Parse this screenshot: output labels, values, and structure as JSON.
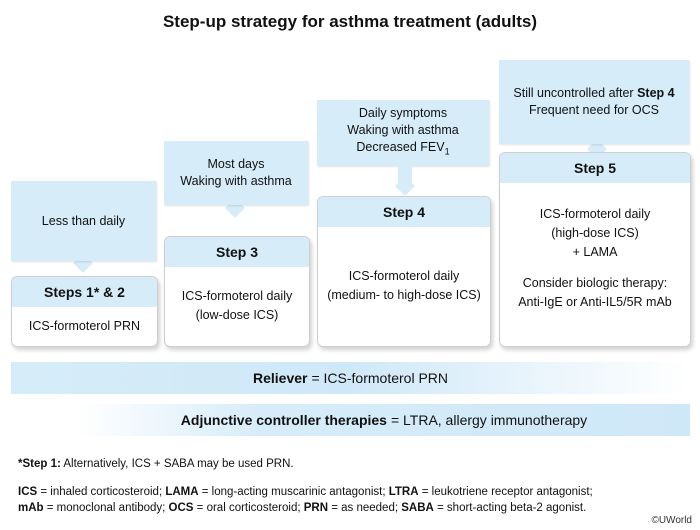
{
  "title": "Step-up strategy for asthma treatment (adults)",
  "bubbles": [
    {
      "lines": [
        "Less than daily"
      ]
    },
    {
      "lines": [
        "Most days",
        "Waking with asthma"
      ]
    },
    {
      "lines": [
        "Daily symptoms",
        "Waking with asthma"
      ],
      "fev_prefix": "Decreased FEV",
      "fev_sub": "1"
    },
    {
      "lines": [],
      "bold_prefix": "Still uncontrolled after ",
      "bold_part": "Step 4",
      "line2": "Frequent need for OCS"
    }
  ],
  "steps": [
    {
      "title": "Steps 1* & 2",
      "body": [
        "ICS-formoterol PRN"
      ]
    },
    {
      "title": "Step 3",
      "body": [
        "ICS-formoterol daily",
        "(low-dose ICS)"
      ]
    },
    {
      "title": "Step 4",
      "body": [
        "ICS-formoterol daily",
        "(medium- to high-dose ICS)"
      ]
    },
    {
      "title": "Step 5",
      "body": [
        "ICS-formoterol daily",
        "(high-dose ICS)",
        "+ LAMA"
      ],
      "extra": [
        "Consider biologic therapy:",
        "Anti-IgE or Anti-IL5/5R mAb"
      ]
    }
  ],
  "reliever": {
    "label": "Reliever",
    "text": "= ICS-formoterol PRN"
  },
  "adjunctive": {
    "label": "Adjunctive controller therapies",
    "text": "= LTRA, allergy immunotherapy"
  },
  "footnote": {
    "label": "*Step 1:",
    "text": " Alternatively, ICS + SABA may be used PRN."
  },
  "abbreviations": [
    {
      "term": "ICS",
      "def": " = inhaled corticosteroid; "
    },
    {
      "term": "LAMA",
      "def": " = long-acting muscarinic antagonist; "
    },
    {
      "term": "LTRA",
      "def": " = leukotriene receptor antagonist;"
    },
    {
      "term": "mAb",
      "def": " = monoclonal antibody; "
    },
    {
      "term": "OCS",
      "def": " = oral corticosteroid; "
    },
    {
      "term": "PRN",
      "def": " = as needed; "
    },
    {
      "term": "SABA",
      "def": " = short-acting beta-2 agonist."
    }
  ],
  "copyright": "©UWorld"
}
